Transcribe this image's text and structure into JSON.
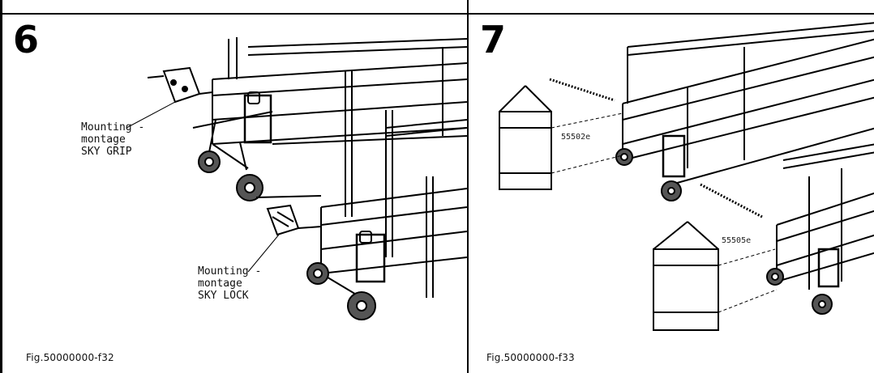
{
  "panels": [
    {
      "step": "6",
      "figure": "Fig.50000000-f32",
      "callouts": [
        {
          "lines": [
            "Mounting -",
            "montage",
            "SKY GRIP"
          ]
        },
        {
          "lines": [
            "Mounting -",
            "montage",
            "SKY LOCK"
          ]
        }
      ]
    },
    {
      "step": "7",
      "figure": "Fig.50000000-f33",
      "parts": [
        "55502e",
        "55505e"
      ]
    }
  ]
}
